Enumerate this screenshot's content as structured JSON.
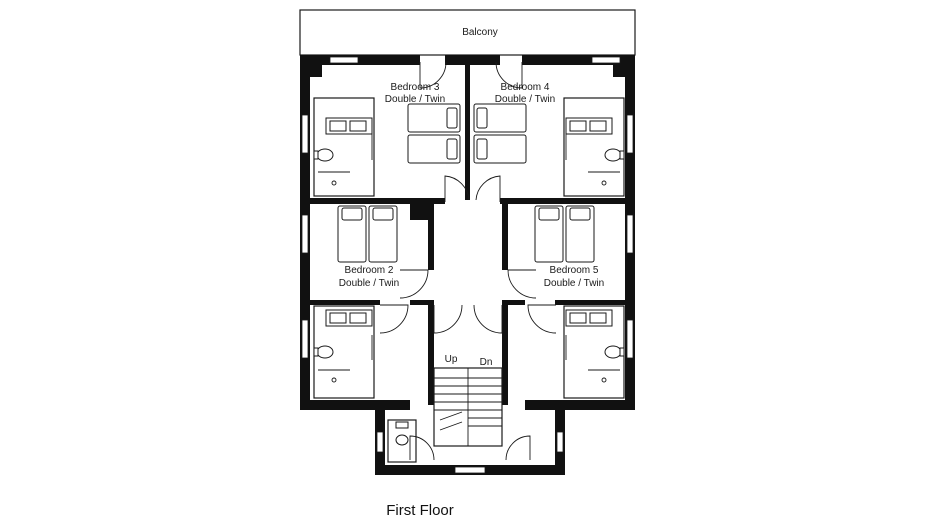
{
  "floor_title": "First Floor",
  "rooms": {
    "balcony": "Balcony",
    "bedroom3": {
      "name": "Bedroom 3",
      "type": "Double / Twin"
    },
    "bedroom4": {
      "name": "Bedroom 4",
      "type": "Double / Twin"
    },
    "bedroom2": {
      "name": "Bedroom 2",
      "type": "Double / Twin"
    },
    "bedroom5": {
      "name": "Bedroom 5",
      "type": "Double / Twin"
    }
  },
  "stairs": {
    "up": "Up",
    "down": "Dn"
  }
}
